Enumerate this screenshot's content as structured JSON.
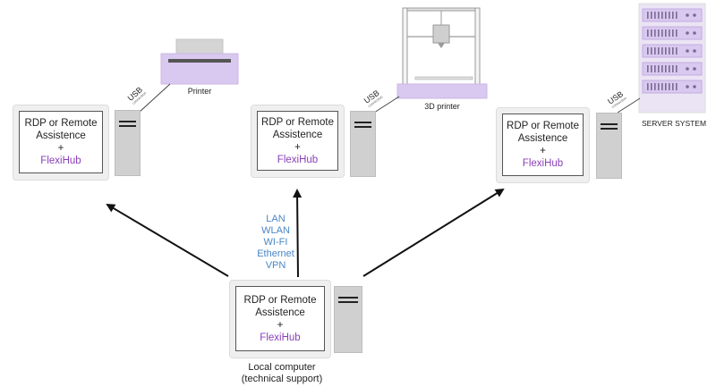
{
  "nodes": {
    "left": {
      "line1": "RDP or Remote",
      "line2": "Assistence",
      "line3": "+",
      "brand": "FlexiHub"
    },
    "center": {
      "line1": "RDP or Remote",
      "line2": "Assistence",
      "line3": "+",
      "brand": "FlexiHub"
    },
    "right": {
      "line1": "RDP or Remote",
      "line2": "Assistence",
      "line3": "+",
      "brand": "FlexiHub"
    },
    "local": {
      "line1": "RDP or Remote",
      "line2": "Assistence",
      "line3": "+",
      "brand": "FlexiHub"
    }
  },
  "devices": {
    "printer": "Printer",
    "printer3d": "3D printer",
    "server": "SERVER SYSTEM"
  },
  "usb": {
    "label": "USB",
    "sub": "connection"
  },
  "network": [
    "LAN",
    "WLAN",
    "WI-FI",
    "Ethernet",
    "VPN"
  ],
  "local_caption": {
    "line1": "Local computer",
    "line2": "(technical support)"
  },
  "colors": {
    "brand": "#8a3fb8",
    "network": "#4a86c6",
    "device_purple": "#d9c8ef",
    "device_gray": "#d0d0d0"
  }
}
